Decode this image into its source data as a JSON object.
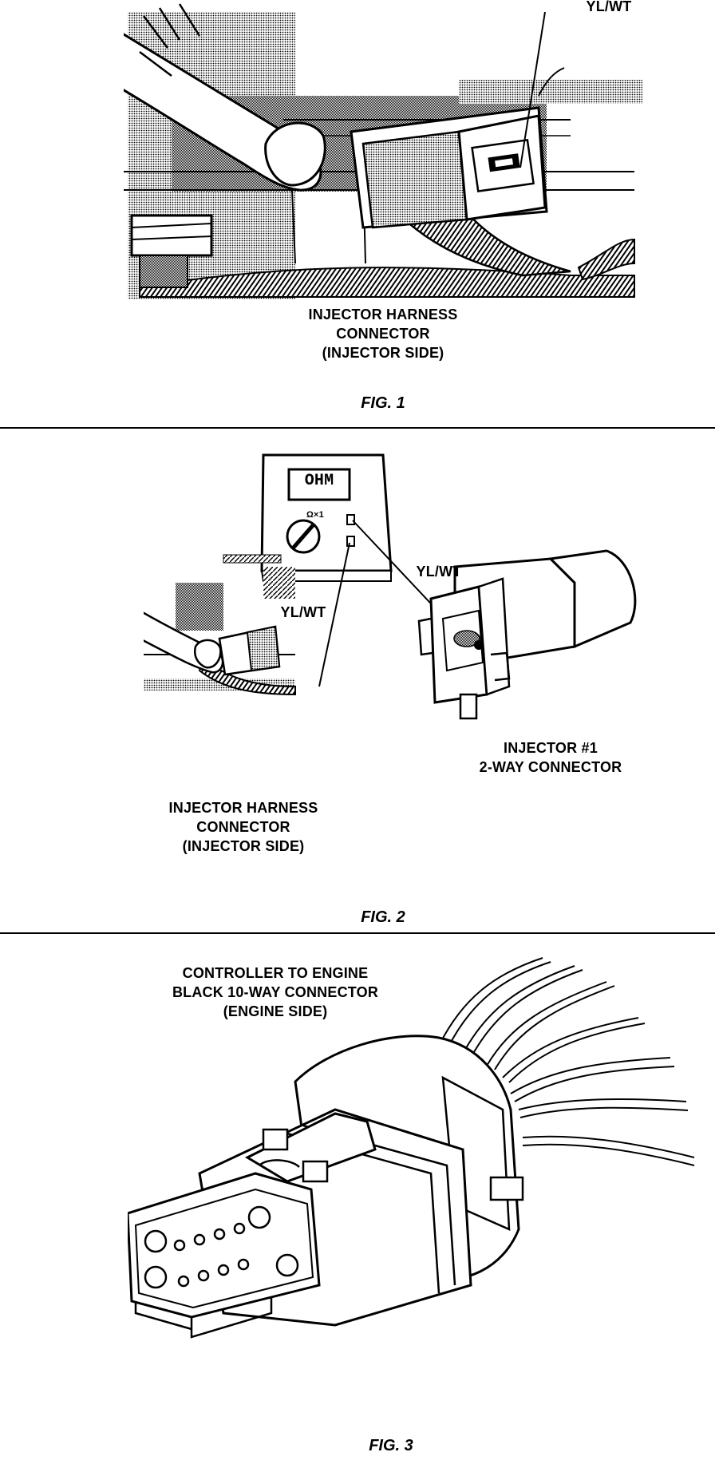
{
  "fig1": {
    "wire_label": "YL/WT",
    "caption_lines": [
      "INJECTOR HARNESS",
      "CONNECTOR",
      "(INJECTOR SIDE)"
    ],
    "fig_label": "FIG. 1"
  },
  "fig2": {
    "meter_display": "OHM",
    "meter_range": "Ω×1",
    "wire_label_right": "YL/WT",
    "wire_label_left": "YL/WT",
    "harness_caption_lines": [
      "INJECTOR HARNESS",
      "CONNECTOR",
      "(INJECTOR SIDE)"
    ],
    "injector_caption_lines": [
      "INJECTOR #1",
      "2-WAY CONNECTOR"
    ],
    "fig_label": "FIG. 2"
  },
  "fig3": {
    "caption_lines": [
      "CONTROLLER TO ENGINE",
      "BLACK 10-WAY CONNECTOR",
      "(ENGINE SIDE)"
    ],
    "fig_label": "FIG. 3"
  }
}
